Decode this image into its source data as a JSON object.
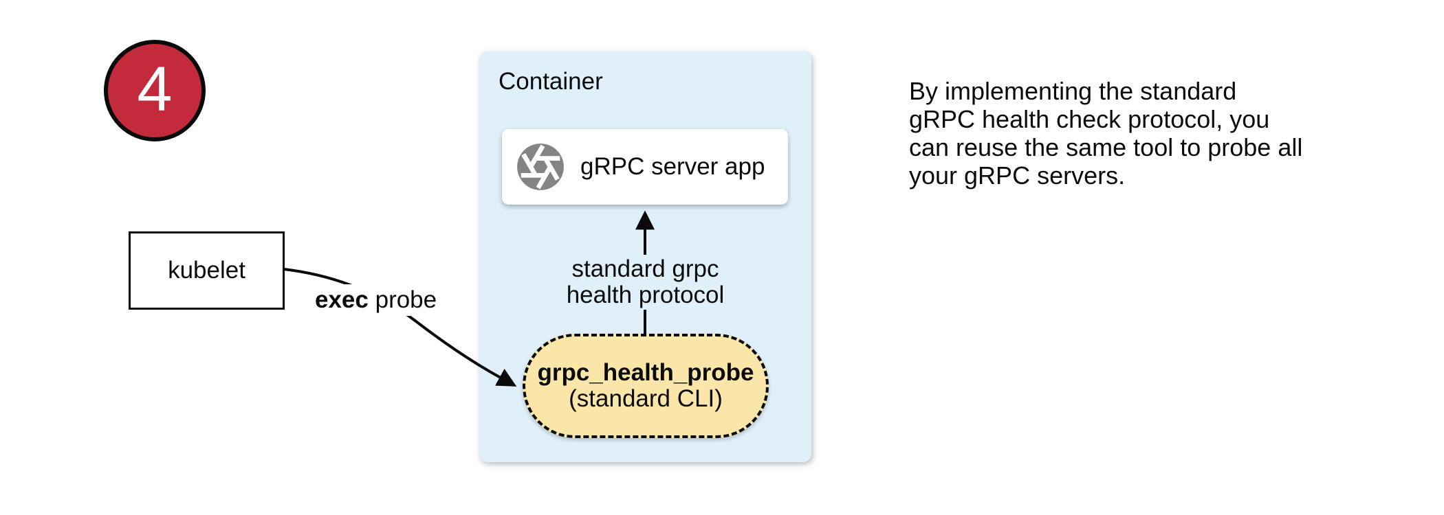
{
  "badge": {
    "number": "4",
    "color": "#c32b3c"
  },
  "kubelet": {
    "label": "kubelet"
  },
  "probe": {
    "exec": "exec",
    "rest": " probe"
  },
  "container": {
    "title": "Container",
    "bg_color": "#dff0fa",
    "server_card": {
      "label": "gRPC server app",
      "icon": "aperture-icon",
      "icon_color": "#848484"
    },
    "protocol_label": "standard grpc\nhealth protocol",
    "pill": {
      "title": "grpc_health_probe",
      "subtitle": "(standard CLI)",
      "bg_color": "#fae6a8"
    }
  },
  "note": {
    "text": "By implementing the standard\ngRPC health check protocol, you\ncan reuse the same tool to probe all\nyour gRPC servers."
  }
}
